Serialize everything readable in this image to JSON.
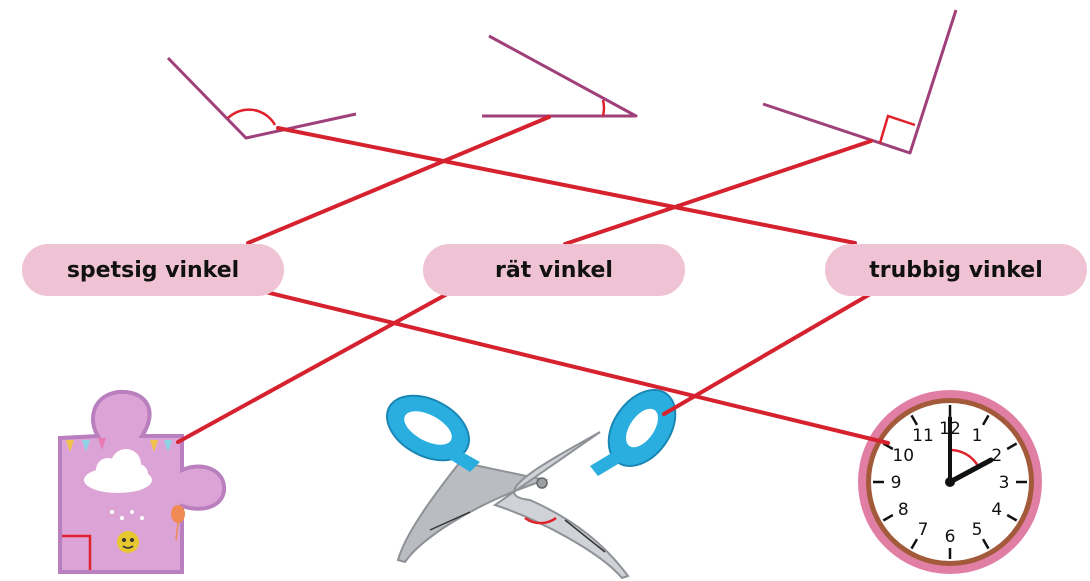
{
  "labels": [
    "spetsig vinkel",
    "rät vinkel",
    "trubbig vinkel"
  ],
  "clock_numbers": [
    "12",
    "1",
    "2",
    "3",
    "4",
    "5",
    "6",
    "7",
    "8",
    "9",
    "10",
    "11"
  ],
  "colors": {
    "angle_line": "#a0407a",
    "arc": "#e0202a",
    "connector": "#d6212f",
    "label_bg": "#efc3d3",
    "puzzle": "#dca3d6",
    "scissors_handle": "#2aaee0",
    "scissors_blade": "#b9bcc0",
    "clock_ring": "#e07ea4",
    "clock_rim": "#a35a3a"
  },
  "icons": [
    "puzzle-piece-icon",
    "scissors-icon",
    "clock-icon"
  ]
}
